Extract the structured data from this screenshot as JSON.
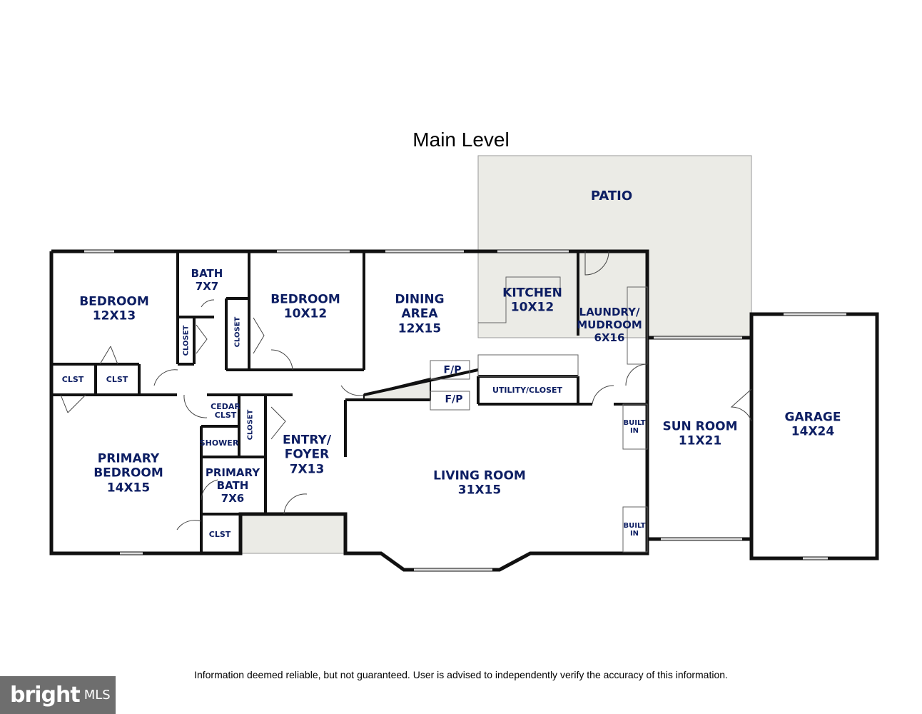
{
  "title": "Main Level",
  "disclaimer": "Information deemed reliable, but not guaranteed.  User is advised to independently verify the accuracy of this information.",
  "logo": {
    "brand": "bright",
    "suffix": "MLS"
  },
  "rooms": {
    "patio": {
      "name": "PATIO"
    },
    "bedroom1": {
      "name": "BEDROOM",
      "size": "12X13"
    },
    "bath": {
      "name": "BATH",
      "size": "7X7"
    },
    "bedroom2": {
      "name": "BEDROOM",
      "size": "10X12"
    },
    "dining": {
      "name": "DINING",
      "name2": "AREA",
      "size": "12X15"
    },
    "kitchen": {
      "name": "KITCHEN",
      "size": "10X12"
    },
    "laundry": {
      "name": "LAUNDRY/",
      "name2": "MUDROOM",
      "size": "6X16"
    },
    "primary_bedroom": {
      "name": "PRIMARY",
      "name2": "BEDROOM",
      "size": "14X15"
    },
    "primary_bath": {
      "name": "PRIMARY",
      "name2": "BATH",
      "size": "7X6"
    },
    "entry": {
      "name": "ENTRY/",
      "name2": "FOYER",
      "size": "7X13"
    },
    "living": {
      "name": "LIVING ROOM",
      "size": "31X15"
    },
    "sunroom": {
      "name": "SUN ROOM",
      "size": "11X21"
    },
    "garage": {
      "name": "GARAGE",
      "size": "14X24"
    }
  },
  "small_labels": {
    "closet_bath": "CLOSET",
    "closet_bed2": "CLOSET",
    "clst_left": "CLST",
    "clst_mid": "CLST",
    "cedar_clst_1": "CEDAR",
    "cedar_clst_2": "CLST",
    "closet_entry": "CLOSET",
    "shower": "SHOWER",
    "clst_bottom": "CLST",
    "fp_top": "F/P",
    "fp_bottom": "F/P",
    "utility": "UTILITY/CLOSET",
    "built_in_1a": "BUILT",
    "built_in_1b": "IN",
    "built_in_2a": "BUILT",
    "built_in_2b": "IN"
  },
  "colors": {
    "wall": "#111111",
    "label": "#0d1e63",
    "patio": "#ebebe6"
  }
}
